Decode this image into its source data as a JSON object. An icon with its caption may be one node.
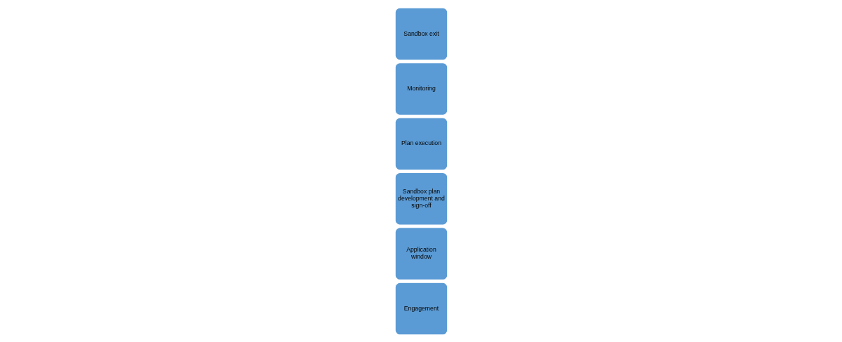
{
  "diagram": {
    "nodes": [
      {
        "text": [
          "Engagement"
        ]
      },
      {
        "text": [
          "Application window"
        ]
      },
      {
        "text": [
          "Sandbox plan development and sign-off"
        ]
      },
      {
        "text": [
          "Plan execution"
        ]
      },
      {
        "text": [
          "Monitoring"
        ]
      },
      {
        "text": [
          "Sandbox exit"
        ]
      }
    ]
  }
}
